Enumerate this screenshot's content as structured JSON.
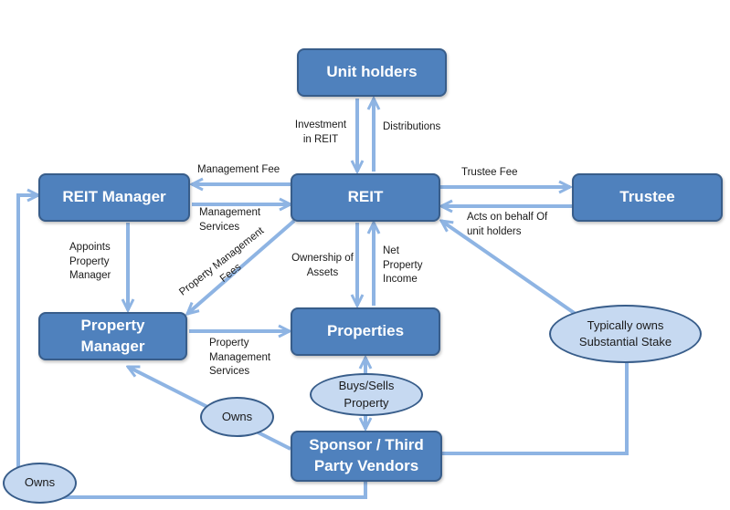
{
  "nodes": {
    "unit_holders": "Unit holders",
    "reit": "REIT",
    "reit_manager": "REIT Manager",
    "trustee": "Trustee",
    "property_manager": "Property Manager",
    "properties": "Properties",
    "sponsor": "Sponsor / Third Party Vendors"
  },
  "ovals": {
    "buys_sells": "Buys/Sells Property",
    "owns_left": "Owns",
    "owns_bottom": "Owns",
    "typically_owns": "Typically owns Substantial Stake"
  },
  "labels": {
    "investment": "Investment in REIT",
    "distributions": "Distributions",
    "management_fee": "Management Fee",
    "management_services": "Management Services",
    "trustee_fee": "Trustee Fee",
    "acts_on_behalf": "Acts on behalf Of unit holders",
    "appoints": "Appoints Property Manager",
    "property_management_fees": "Property Management Fees",
    "ownership": "Ownership of Assets",
    "net_income": "Net Property Income",
    "pm_services": "Property Management Services"
  },
  "colors": {
    "box_fill": "#4f81bd",
    "box_border": "#385d8a",
    "oval_fill": "#c6d9f1",
    "arrow": "#8eb4e3"
  }
}
